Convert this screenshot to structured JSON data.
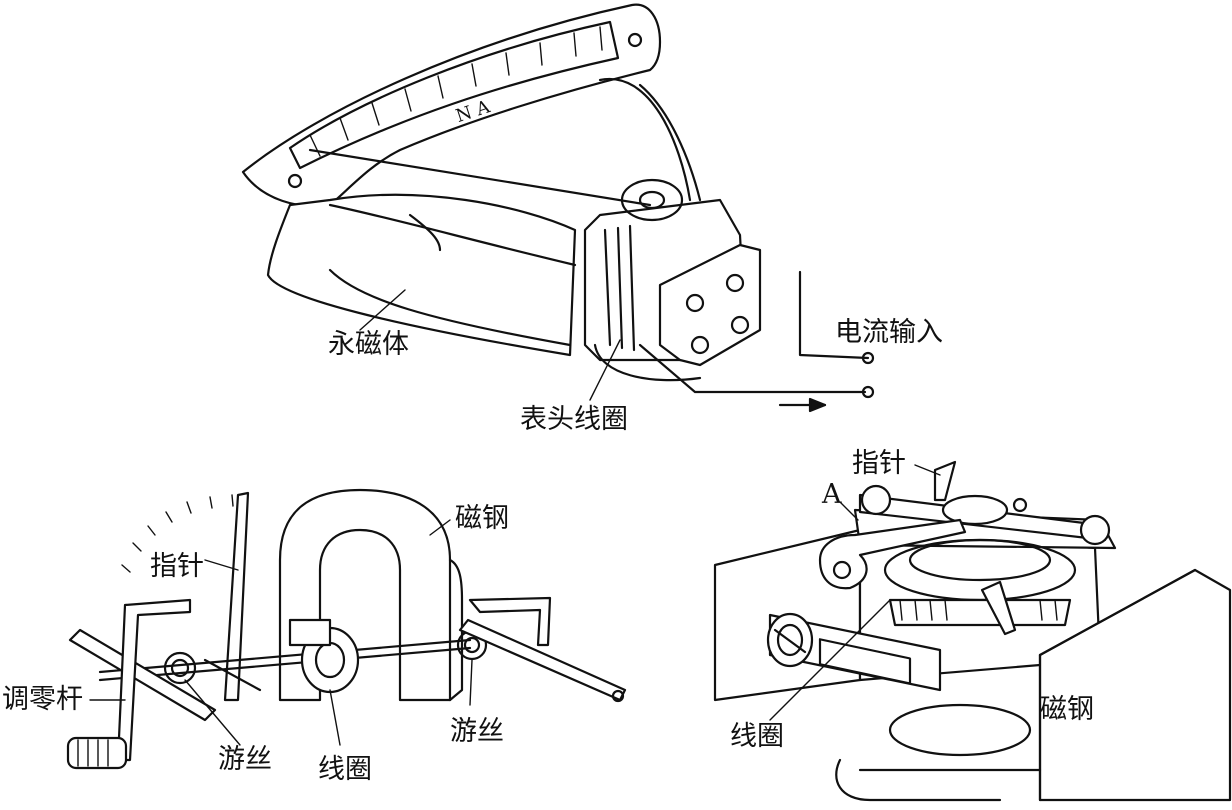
{
  "figure": {
    "top": {
      "scale_letters": "N A",
      "labels": {
        "permanent_magnet": "永磁体",
        "current_input": "电流输入",
        "meter_coil": "表头线圈"
      }
    },
    "bottom_left": {
      "labels": {
        "pointer": "指针",
        "magnet_steel": "磁钢",
        "zero_adjust_rod": "调零杆",
        "hairspring_left": "游丝",
        "coil": "线圈",
        "hairspring_right": "游丝"
      }
    },
    "bottom_right": {
      "labels": {
        "pointer": "指针",
        "point_a": "A",
        "coil": "线圈",
        "magnet_steel": "磁钢"
      }
    }
  }
}
